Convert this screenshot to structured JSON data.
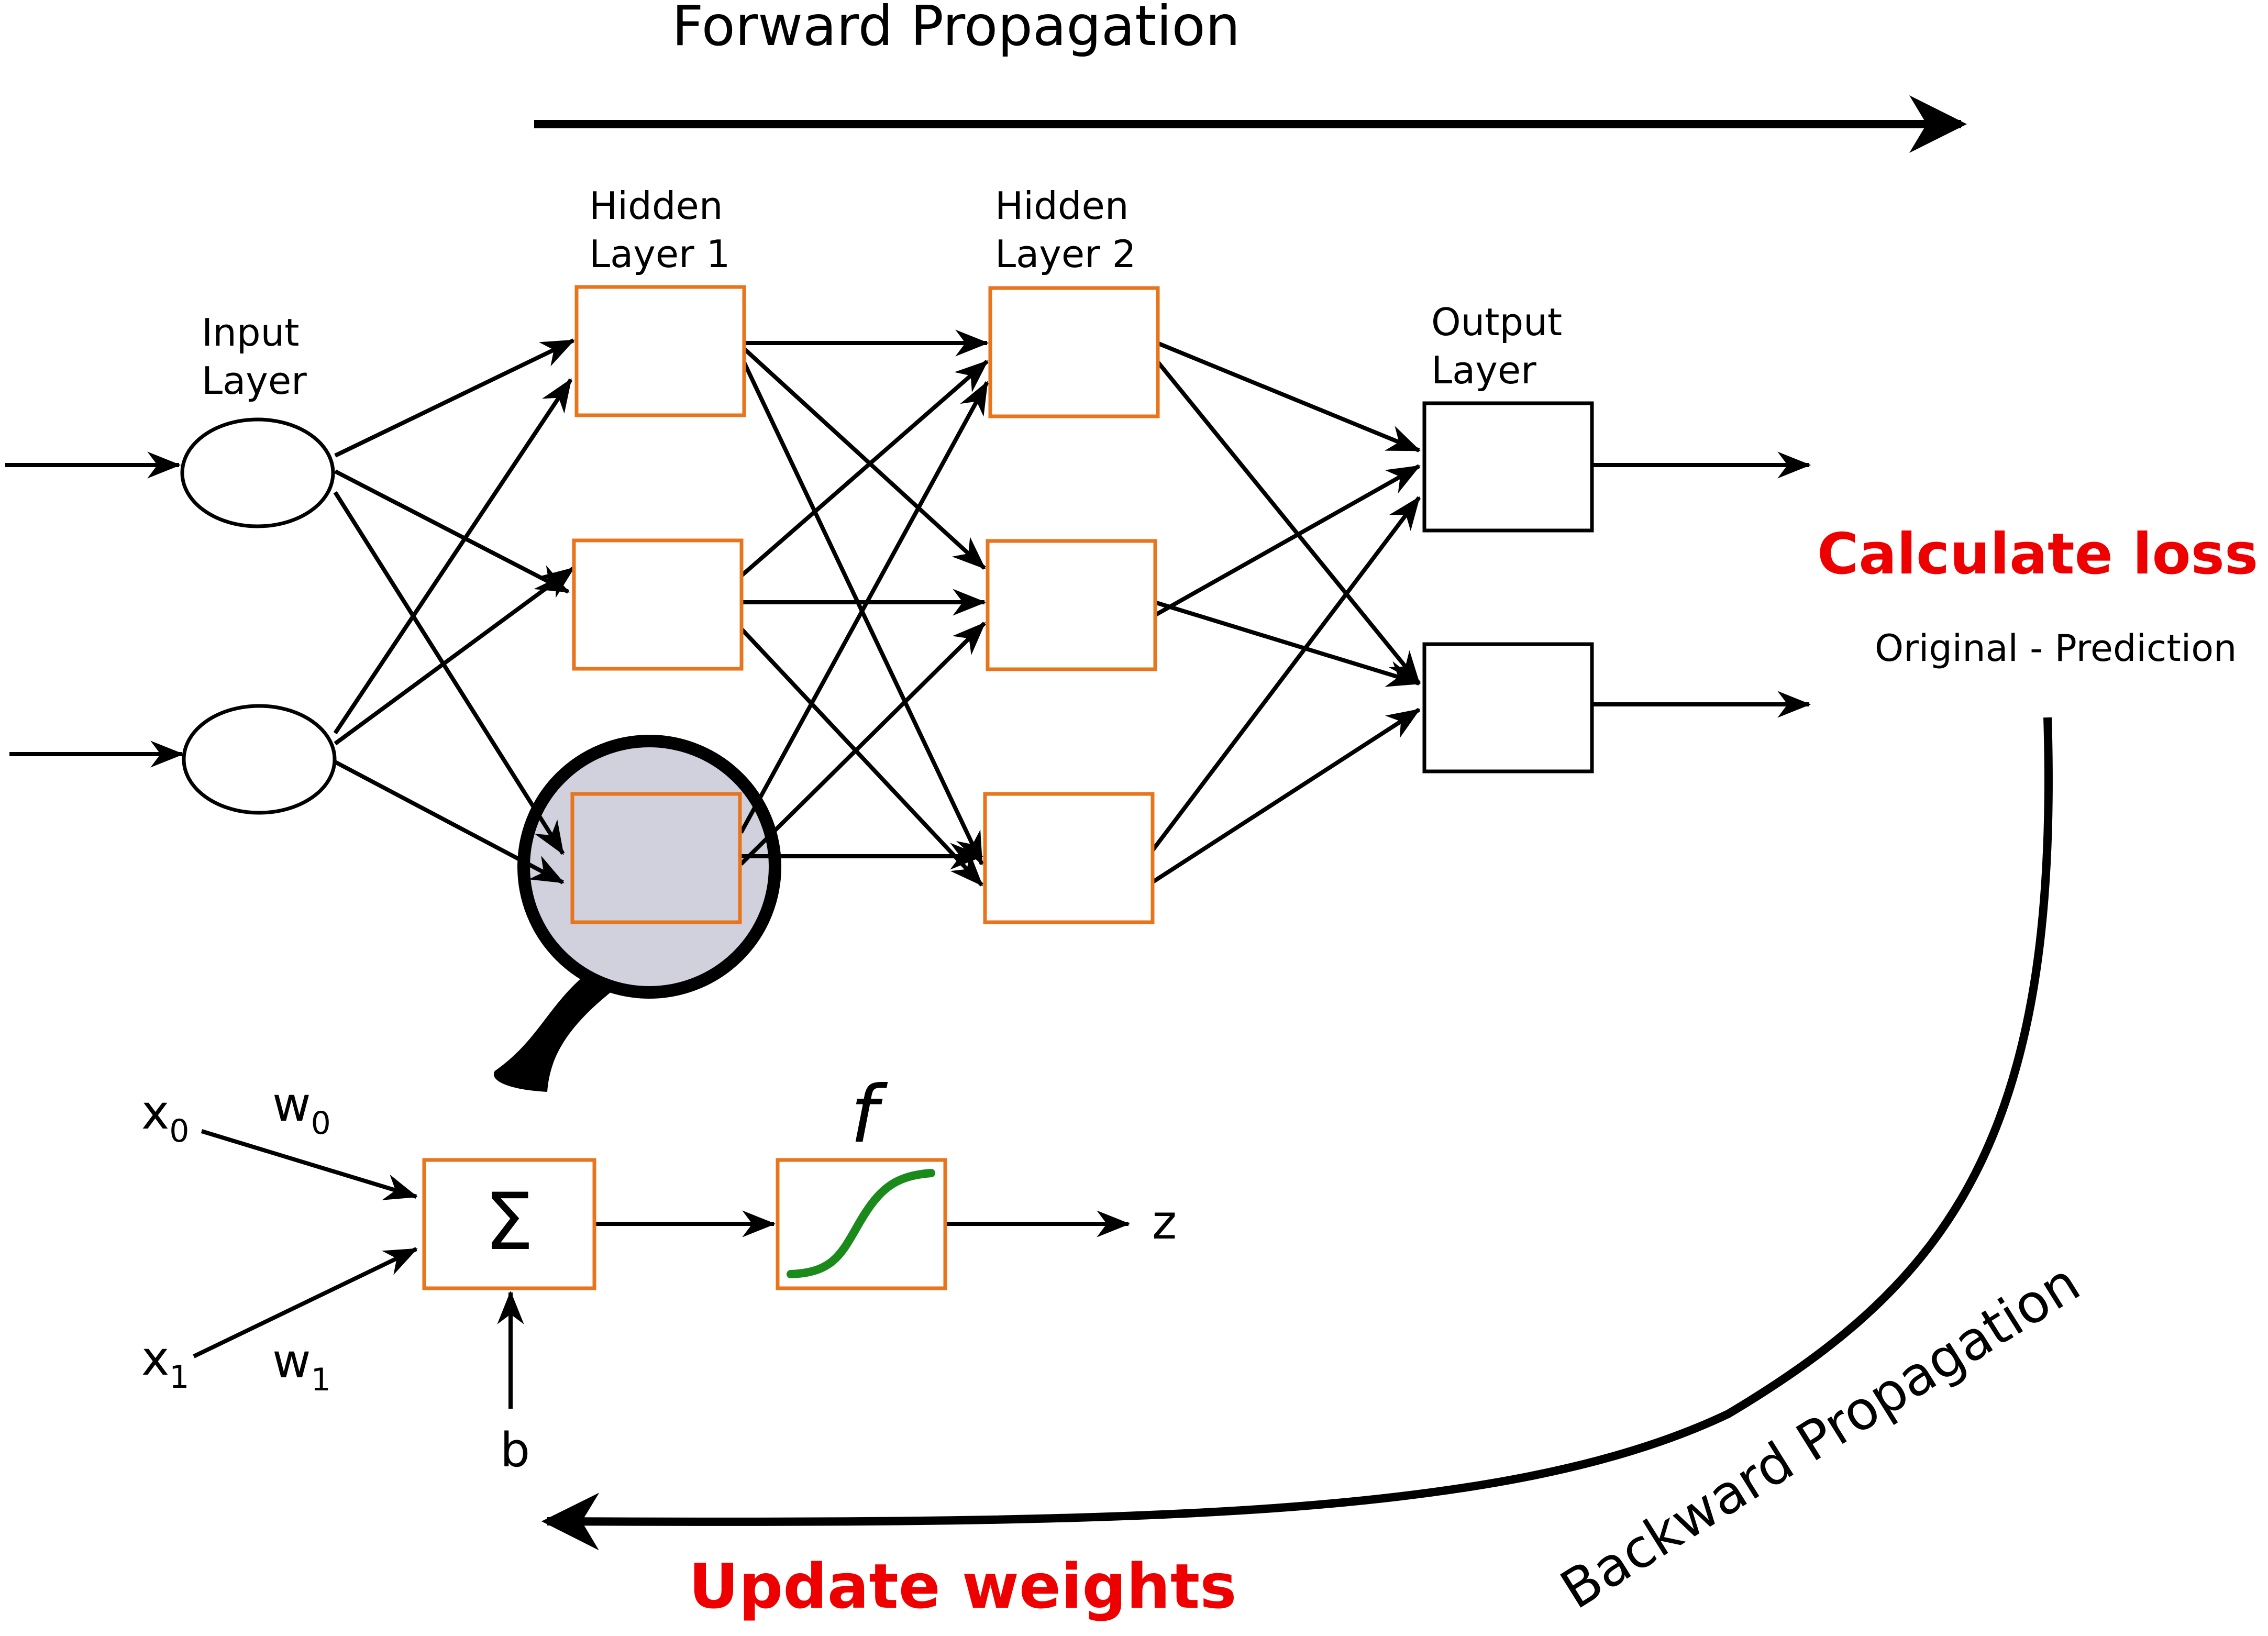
{
  "titles": {
    "forward": "Forward Propagation",
    "backward": "Backward Propagation",
    "calculate_loss": "Calculate loss",
    "loss_formula": "Original - Prediction",
    "update_weights": "Update weights"
  },
  "layers": {
    "input": [
      "Input",
      "Layer"
    ],
    "hidden1": [
      "Hidden",
      "Layer 1"
    ],
    "hidden2": [
      "Hidden",
      "Layer 2"
    ],
    "output": [
      "Output",
      "Layer"
    ]
  },
  "neuron_detail": {
    "x0": "x",
    "x0_sub": "0",
    "w0": "w",
    "w0_sub": "0",
    "x1": "x",
    "x1_sub": "1",
    "w1": "w",
    "w1_sub": "1",
    "sum_symbol": "Σ",
    "activation": "f",
    "bias": "b",
    "output": "z"
  },
  "colors": {
    "hidden_border": "#e8741c",
    "accent_red": "#ee0000",
    "sigmoid_curve": "#1a8a1a",
    "magnifier_fill": "#d0d1dc",
    "line": "#000000"
  }
}
